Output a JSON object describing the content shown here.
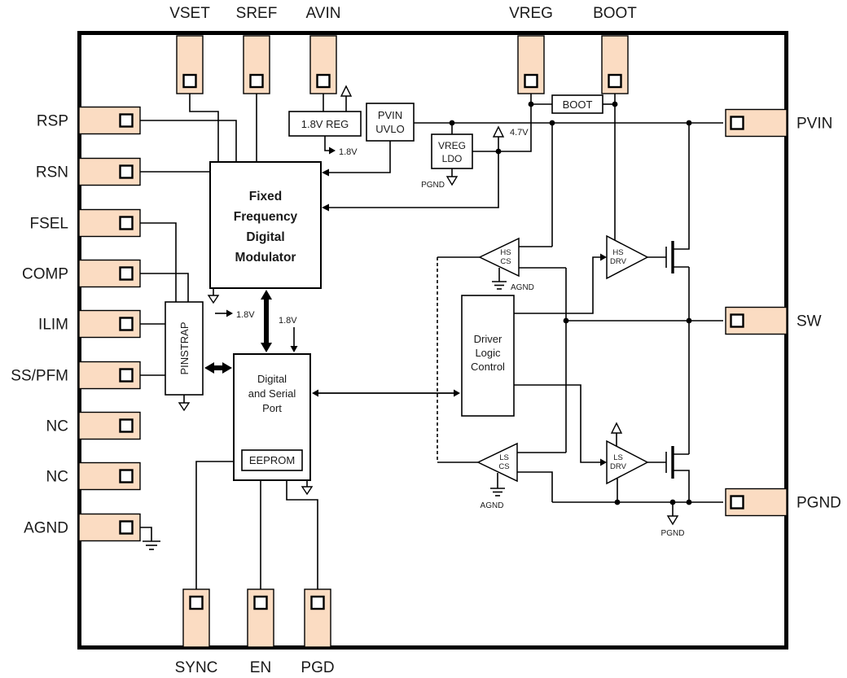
{
  "pins": {
    "top": [
      "VSET",
      "SREF",
      "AVIN",
      "VREG",
      "BOOT"
    ],
    "left": [
      "RSP",
      "RSN",
      "FSEL",
      "COMP",
      "ILIM",
      "SS/PFM",
      "NC",
      "NC",
      "AGND"
    ],
    "right": [
      "PVIN",
      "SW",
      "PGND"
    ],
    "bottom": [
      "SYNC",
      "EN",
      "PGD"
    ]
  },
  "blocks": {
    "reg18": "1.8V REG",
    "uvlo": [
      "PVIN",
      "UVLO"
    ],
    "ldo": [
      "VREG",
      "LDO"
    ],
    "boot": "BOOT",
    "modulator": [
      "Fixed",
      "Frequency",
      "Digital",
      "Modulator"
    ],
    "pinstrap": "PINSTRAP",
    "digital": [
      "Digital",
      "and Serial",
      "Port"
    ],
    "eeprom": "EEPROM",
    "driver": [
      "Driver",
      "Logic",
      "Control"
    ],
    "hs_cs": [
      "HS",
      "CS"
    ],
    "hs_drv": [
      "HS",
      "DRV"
    ],
    "ls_cs": [
      "LS",
      "CS"
    ],
    "ls_drv": [
      "LS",
      "DRV"
    ]
  },
  "annotations": {
    "v18": "1.8V",
    "v47": "4.7V",
    "pgnd": "PGND",
    "agnd": "AGND"
  },
  "colors": {
    "pin_fill": "#fbdcc2",
    "line": "#000000",
    "text": "#1a1a1a",
    "background": "#ffffff"
  }
}
